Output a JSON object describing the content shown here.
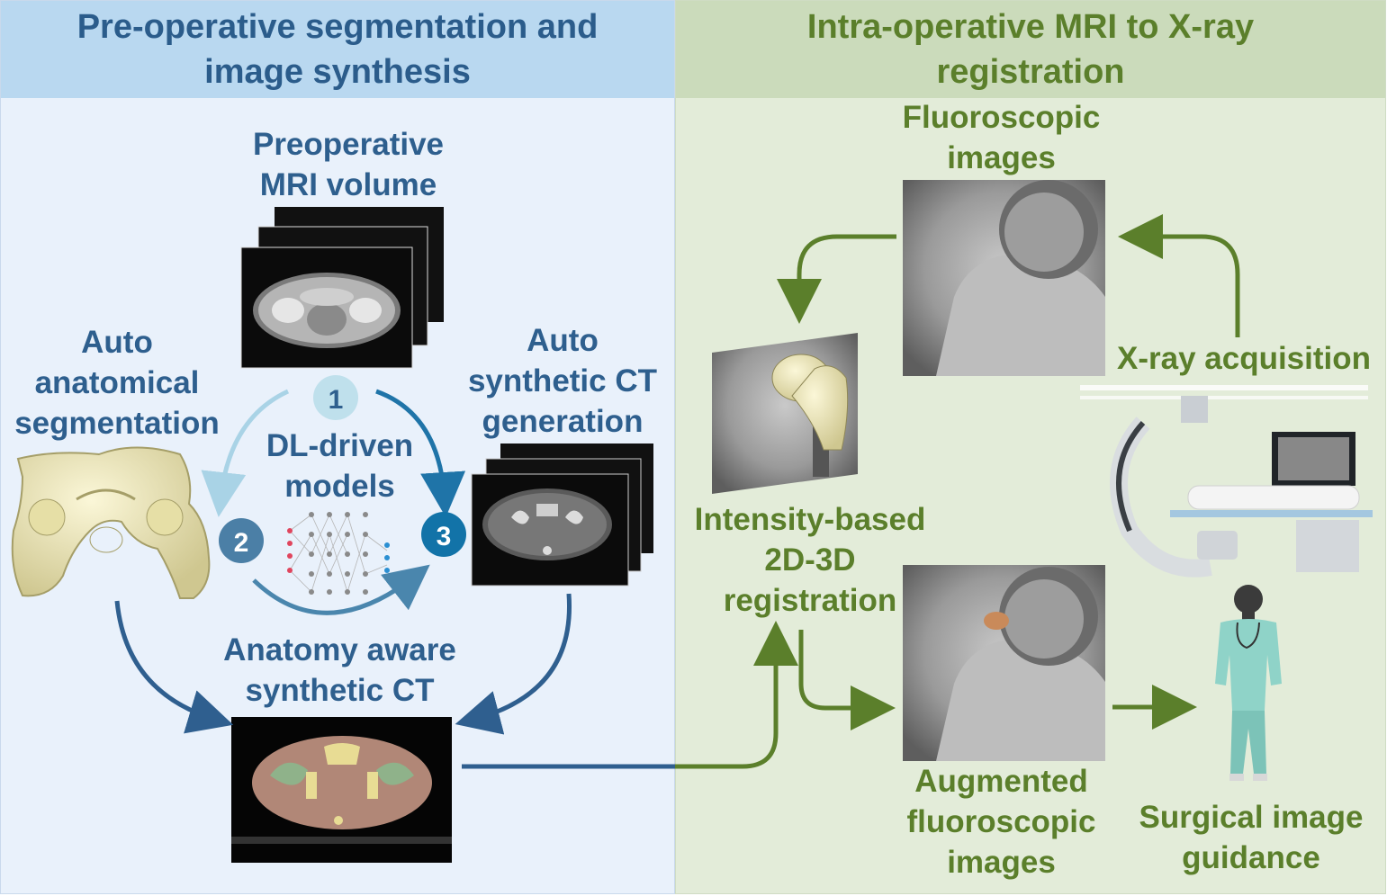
{
  "left_panel": {
    "title": "Pre-operative segmentation and image synthesis",
    "mri_label": "Preoperative MRI volume",
    "seg_label": "Auto anatomical segmentation",
    "sct_label": "Auto synthetic CT generation",
    "dl_label": "DL-driven models",
    "aware_label": "Anatomy aware synthetic CT",
    "steps": [
      "1",
      "2",
      "3"
    ]
  },
  "right_panel": {
    "title": "Intra-operative MRI to X-ray registration",
    "fluoro_label": "Fluoroscopic images",
    "xray_label": "X-ray acquisition",
    "intensity_label": "Intensity-based 2D-3D registration",
    "augmented_label": "Augmented fluoroscopic images",
    "surgical_label": "Surgical image guidance"
  },
  "colors": {
    "left_bg": "#e9f1fb",
    "left_header": "#b9d8f0",
    "left_text": "#2e5f8e",
    "right_bg": "#e3ecd9",
    "right_header": "#cbdbbb",
    "right_text": "#5b7f2b",
    "arrow_blue": "#2f5f8f",
    "arrow_green": "#5b7f2b"
  }
}
